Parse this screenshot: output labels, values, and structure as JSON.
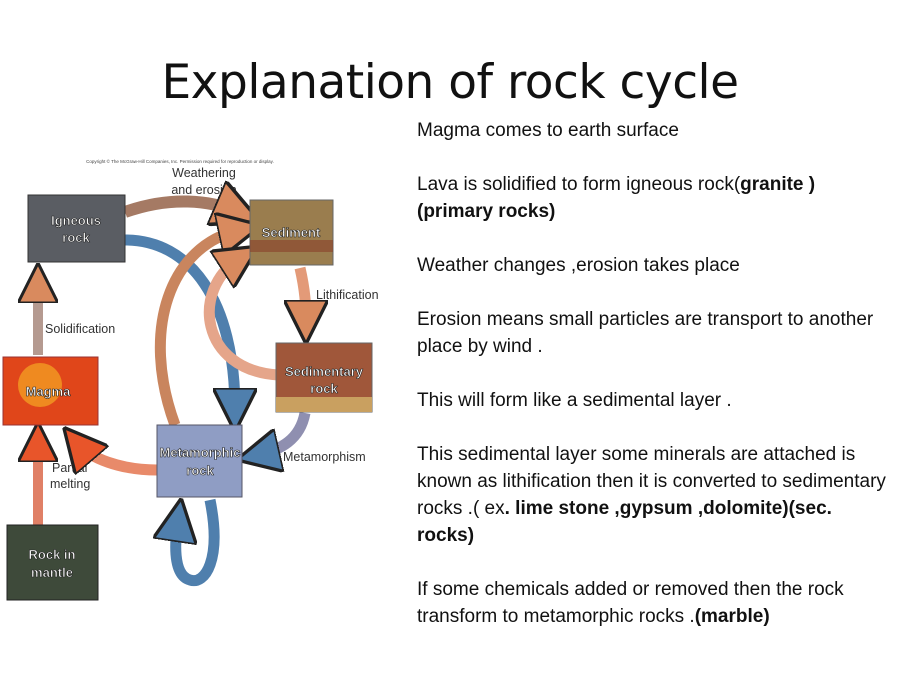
{
  "title": "Explanation of rock cycle",
  "paragraphs": [
    [
      {
        "t": "Magma comes to earth surface",
        "b": false
      }
    ],
    [
      {
        "t": "Lava is solidified to form igneous rock(",
        "b": false
      },
      {
        "t": "granite ) ",
        "b": true
      },
      {
        "t": " (primary rocks)",
        "b": true
      }
    ],
    [
      {
        "t": "Weather changes ,erosion takes place",
        "b": false
      }
    ],
    [
      {
        "t": "Erosion means small particles are transport to another place by wind .",
        "b": false
      }
    ],
    [
      {
        "t": "This will form like a sedimental layer .",
        "b": false
      }
    ],
    [
      {
        "t": "This  sedimental layer some minerals are attached is known as lithification then it is converted to sedimentary rocks .( ex",
        "b": false
      },
      {
        "t": ". lime stone ,gypsum ,dolomite)(sec. rocks)",
        "b": true
      }
    ],
    [
      {
        "t": "If some chemicals added or removed  then the rock transform to metamorphic rocks .",
        "b": false
      },
      {
        "t": "(marble)",
        "b": true
      }
    ]
  ],
  "diagram": {
    "copyright": "Copyright © The McGraw-Hill Companies, Inc. Permission required for reproduction or display.",
    "boxes": {
      "igneous": [
        "Igneous",
        "rock"
      ],
      "sediment": [
        "Sediment"
      ],
      "sedimentary": [
        "Sedimentary",
        "rock"
      ],
      "magma": [
        "Magma"
      ],
      "metamorphic": [
        "Metamorphic",
        "rock"
      ],
      "mantle": [
        "Rock in",
        "mantle"
      ]
    },
    "labels": {
      "weathering": [
        "Weathering",
        "and erosion"
      ],
      "lithification": "Lithification",
      "solidification": "Solidification",
      "metamorphism": "Metamorphism",
      "partial_melting": [
        "Partial",
        "melting"
      ]
    },
    "colors": {
      "igneous": "#5a5d63",
      "sediment": "#9a7d4e",
      "sedimentary": "#a0573a",
      "magma": "#e0461a",
      "metamorphic": "#8f9dc4",
      "mantle": "#3e4a3a",
      "arrow_blue": "#4f7fad",
      "arrow_orange": "#d98a5e"
    }
  }
}
